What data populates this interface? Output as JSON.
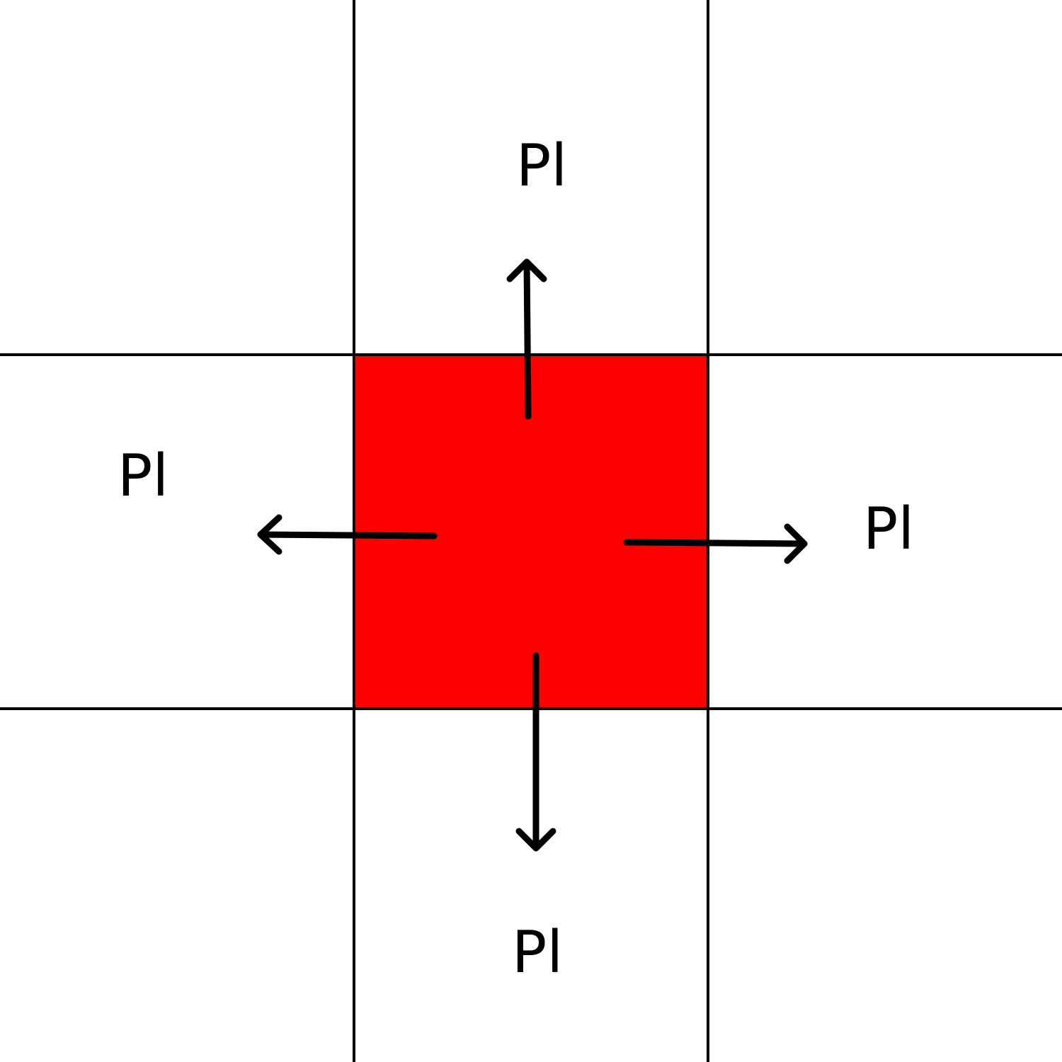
{
  "grid": {
    "rows": 3,
    "columns": 3,
    "highlighted_cell": "center",
    "line_color": "#000000",
    "background_color": "#ffffff"
  },
  "center_cell": {
    "fill_color": "#ff0000"
  },
  "arrows": {
    "color": "#000000",
    "directions": [
      "up",
      "left",
      "right",
      "down"
    ]
  },
  "labels": {
    "top": "Pl",
    "left": "Pl",
    "right": "Pl",
    "bottom": "Pl"
  }
}
